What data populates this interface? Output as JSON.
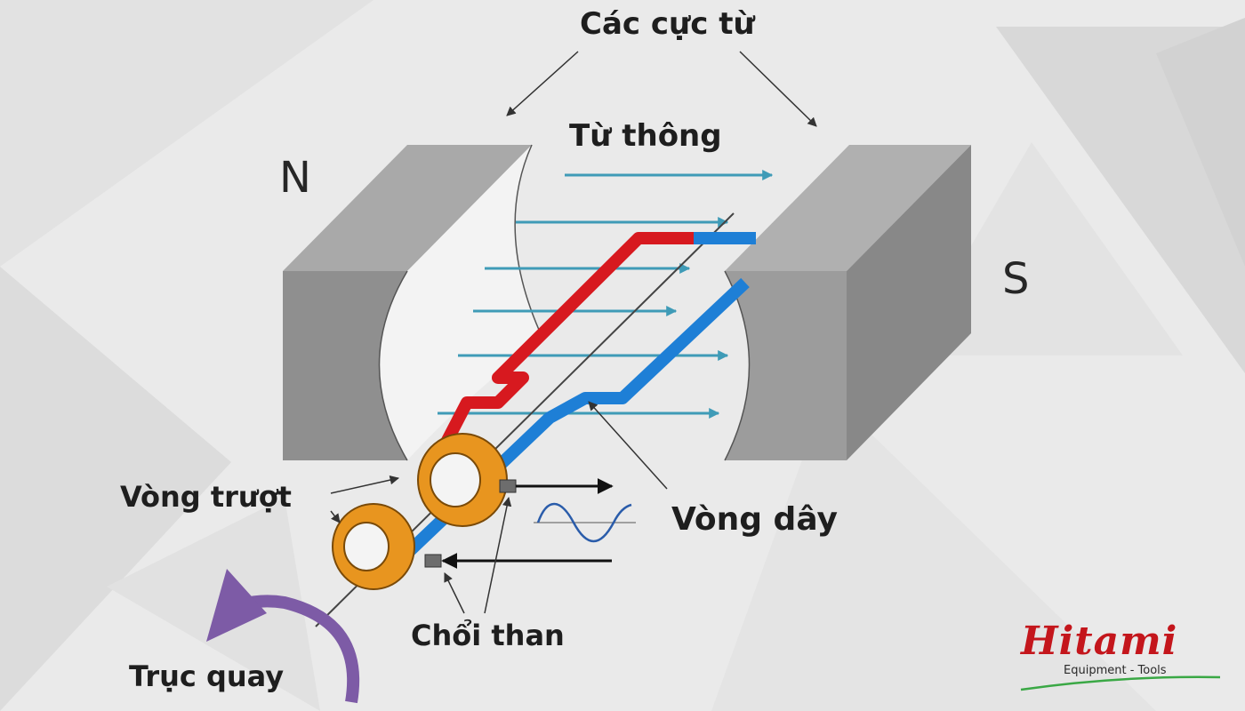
{
  "labels": {
    "poles": "Các cực từ",
    "flux": "Từ thông",
    "north": "N",
    "south": "S",
    "slip_rings": "Vòng trượt",
    "coil": "Vòng dây",
    "brushes": "Chổi than",
    "axis": "Trục quay"
  },
  "logo": {
    "name": "Hitami",
    "tagline": "Equipment - Tools"
  },
  "colors": {
    "background": "#eaeaea",
    "magnet": "#9a9a9a",
    "arrow_teal": "#3f9bb7",
    "wire_red": "#d7191f",
    "wire_blue": "#1e7fd6",
    "slip_ring": "#e8951f",
    "rotation_arrow": "#7d5ba6",
    "logo_red": "#c4161c",
    "logo_green": "#3aa845"
  }
}
